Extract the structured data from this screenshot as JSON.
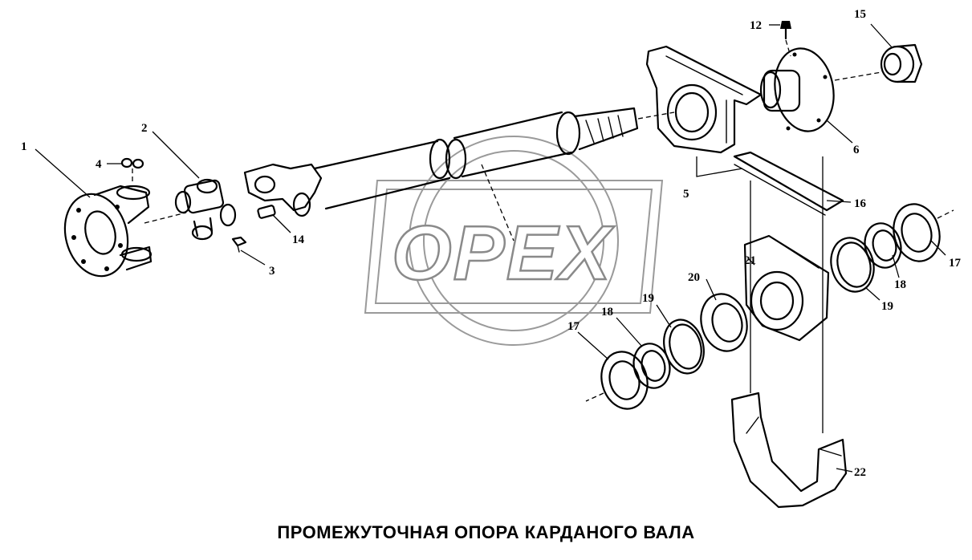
{
  "title": "ПРОМЕЖУТОЧНАЯ ОПОРА КАРДАНОГО ВАЛА",
  "watermark": "OPEX",
  "callouts": [
    {
      "id": "callout-1",
      "label": "1"
    },
    {
      "id": "callout-2",
      "label": "2"
    },
    {
      "id": "callout-3",
      "label": "3"
    },
    {
      "id": "callout-4",
      "label": "4"
    },
    {
      "id": "callout-5",
      "label": "5"
    },
    {
      "id": "callout-6",
      "label": "6"
    },
    {
      "id": "callout-12",
      "label": "12"
    },
    {
      "id": "callout-14",
      "label": "14"
    },
    {
      "id": "callout-15",
      "label": "15"
    },
    {
      "id": "callout-16",
      "label": "16"
    },
    {
      "id": "callout-17-right",
      "label": "17"
    },
    {
      "id": "callout-18-right",
      "label": "18"
    },
    {
      "id": "callout-19-right",
      "label": "19"
    },
    {
      "id": "callout-21",
      "label": "21"
    },
    {
      "id": "callout-20",
      "label": "20"
    },
    {
      "id": "callout-19-left",
      "label": "19"
    },
    {
      "id": "callout-18-left",
      "label": "18"
    },
    {
      "id": "callout-17-left",
      "label": "17"
    },
    {
      "id": "callout-22",
      "label": "22"
    }
  ],
  "colors": {
    "ink": "#000000",
    "watermark": "#8a8a8a",
    "background": "#ffffff"
  }
}
